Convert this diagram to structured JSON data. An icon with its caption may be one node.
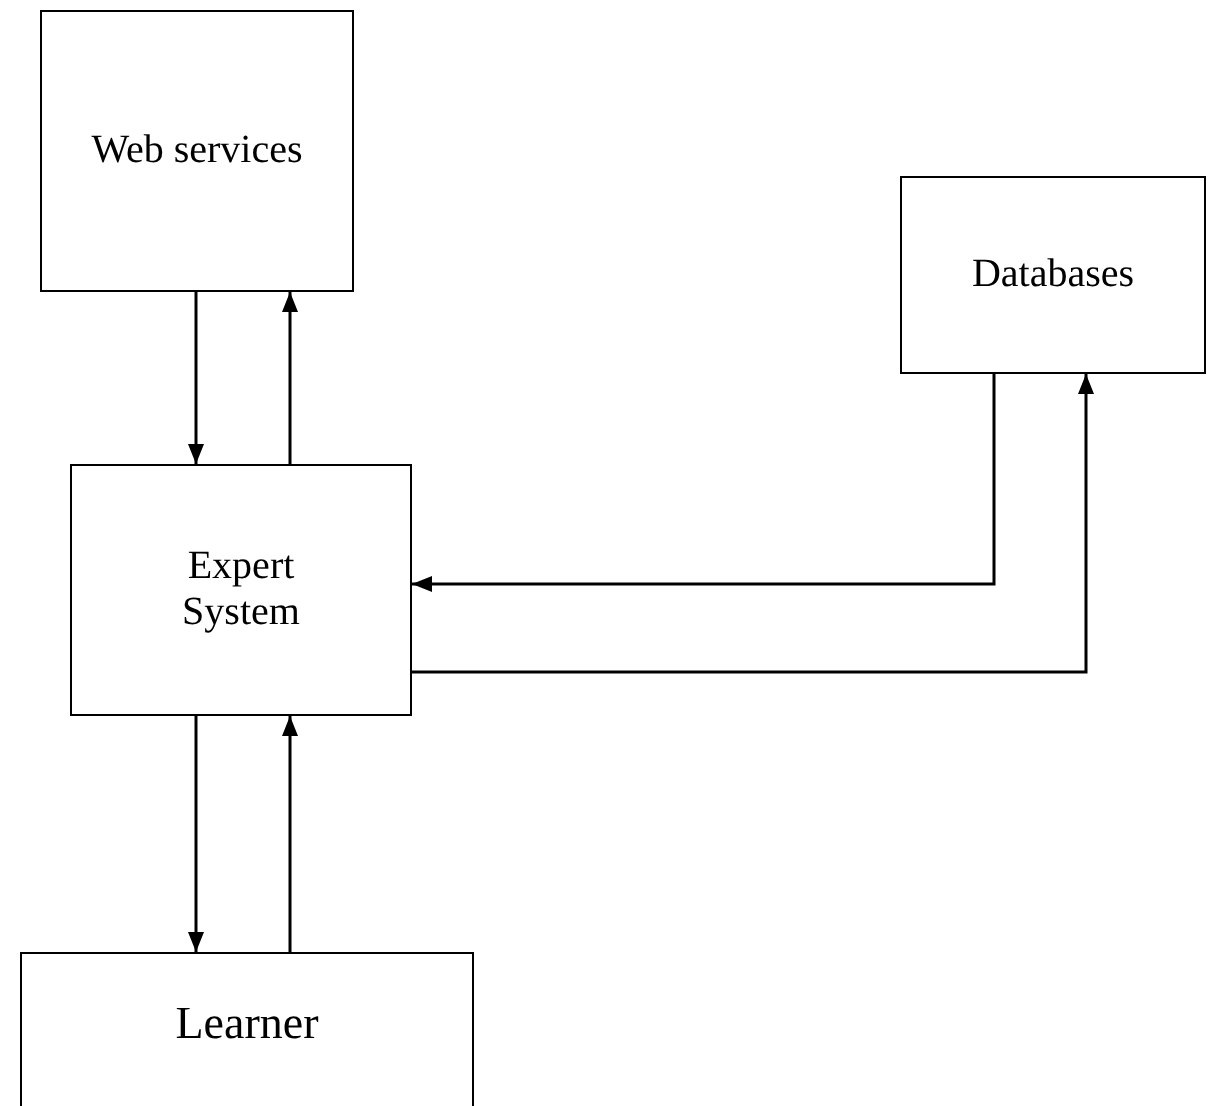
{
  "diagram": {
    "nodes": [
      {
        "text": [
          "Web services"
        ]
      },
      {
        "text": [
          "Databases"
        ]
      },
      {
        "text": [
          "Expert System"
        ]
      },
      {
        "text": [
          "Learner"
        ]
      }
    ],
    "edges": [
      {
        "from": 0,
        "to": 2,
        "arrow": "to"
      },
      {
        "from": 2,
        "to": 0,
        "arrow": "to"
      },
      {
        "from": 1,
        "to": 2,
        "arrow": "to"
      },
      {
        "from": 2,
        "to": 1,
        "arrow": "to"
      },
      {
        "from": 2,
        "to": 3,
        "arrow": "to"
      },
      {
        "from": 3,
        "to": 2,
        "arrow": "to"
      }
    ]
  }
}
